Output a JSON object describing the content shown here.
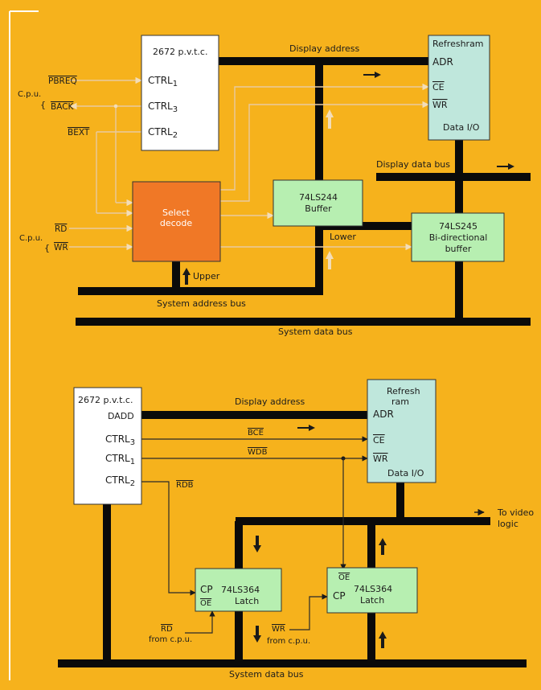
{
  "top": {
    "pvtc": "2672 p.v.t.c.",
    "ctrl1": "CTRL",
    "ctrl1_sub": "1",
    "ctrl3": "CTRL",
    "ctrl3_sub": "3",
    "ctrl2": "CTRL",
    "ctrl2_sub": "2",
    "cpu_top": "C.p.u.",
    "pbreq": "PBREQ",
    "back": "BACK",
    "bext": "BEXT",
    "cpu_bottom": "C.p.u.",
    "rd": "RD",
    "wr": "WR",
    "display_address": "Display address",
    "refresh": "Refreshram",
    "adr": "ADR",
    "ce": "CE",
    "wr_pin": "WR",
    "data_io": "Data I/O",
    "display_data_bus": "Display data bus",
    "select": "Select",
    "decode": "decode",
    "ls244": "74LS244",
    "buffer244": "Buffer",
    "ls245": "74LS245",
    "bidir": "Bi-directional",
    "buffer245": "buffer",
    "lower": "Lower",
    "upper": "Upper",
    "system_address_bus": "System address bus",
    "system_data_bus": "System data bus"
  },
  "bottom": {
    "pvtc": "2672 p.v.t.c.",
    "dado": "DADD",
    "ctrl3": "CTRL",
    "ctrl3_sub": "3",
    "ctrl1": "CTRL",
    "ctrl1_sub": "1",
    "ctrl2": "CTRL",
    "ctrl2_sub": "2",
    "display_address": "Display address",
    "refresh1": "Refresh",
    "refresh2": "ram",
    "adr": "ADR",
    "bce": "BCE",
    "wdb": "WDB",
    "rdb": "RDB",
    "ce": "CE",
    "wr_pin": "WR",
    "data_io": "Data I/O",
    "to_video1": "To video",
    "to_video2": "logic",
    "latch_left_cp": "CP",
    "latch_left_oe": "OE",
    "latch_left_name": "74LS364",
    "latch_left_label": "Latch",
    "latch_right_oe": "OE",
    "latch_right_cp": "CP",
    "latch_right_name": "74LS364",
    "latch_right_label": "Latch",
    "rd": "RD",
    "rd_from": "from c.p.u.",
    "wr": "WR",
    "wr_from": "from c.p.u.",
    "system_data_bus": "System data bus"
  }
}
